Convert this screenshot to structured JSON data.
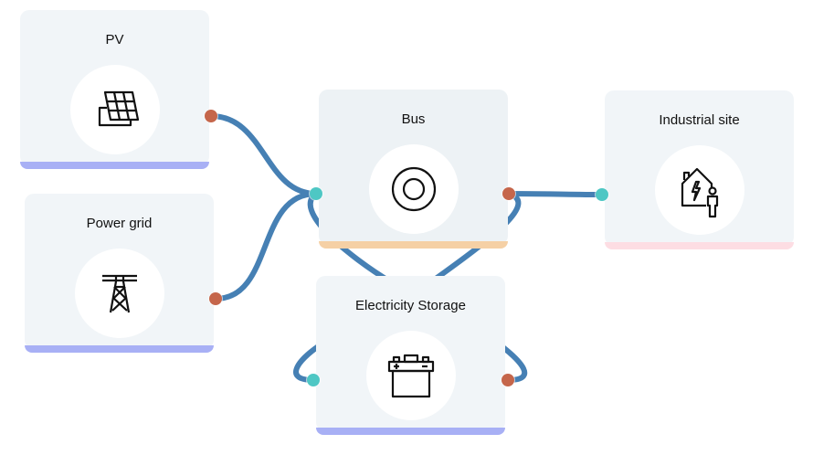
{
  "colors": {
    "edge": "#4680b4",
    "handle_in": "#4ec7c4",
    "handle_out": "#c5664b",
    "node_bg": "#f1f5f8"
  },
  "nodes": [
    {
      "id": "pv",
      "label": "PV",
      "icon": "solar-panel-icon",
      "accent": "#a8b0f5"
    },
    {
      "id": "grid",
      "label": "Power grid",
      "icon": "power-tower-icon",
      "accent": "#a8b0f5"
    },
    {
      "id": "bus",
      "label": "Bus",
      "icon": "bus-ring-icon",
      "accent": "#f5d0a5"
    },
    {
      "id": "industrial",
      "label": "Industrial site",
      "icon": "industrial-site-icon",
      "accent": "#fddde3"
    },
    {
      "id": "storage",
      "label": "Electricity Storage",
      "icon": "battery-icon",
      "accent": "#a8b0f5"
    }
  ],
  "edges": [
    {
      "from": "pv",
      "to": "bus"
    },
    {
      "from": "grid",
      "to": "bus"
    },
    {
      "from": "bus",
      "to": "industrial"
    },
    {
      "from": "bus",
      "to": "storage"
    },
    {
      "from": "storage",
      "to": "bus"
    }
  ]
}
